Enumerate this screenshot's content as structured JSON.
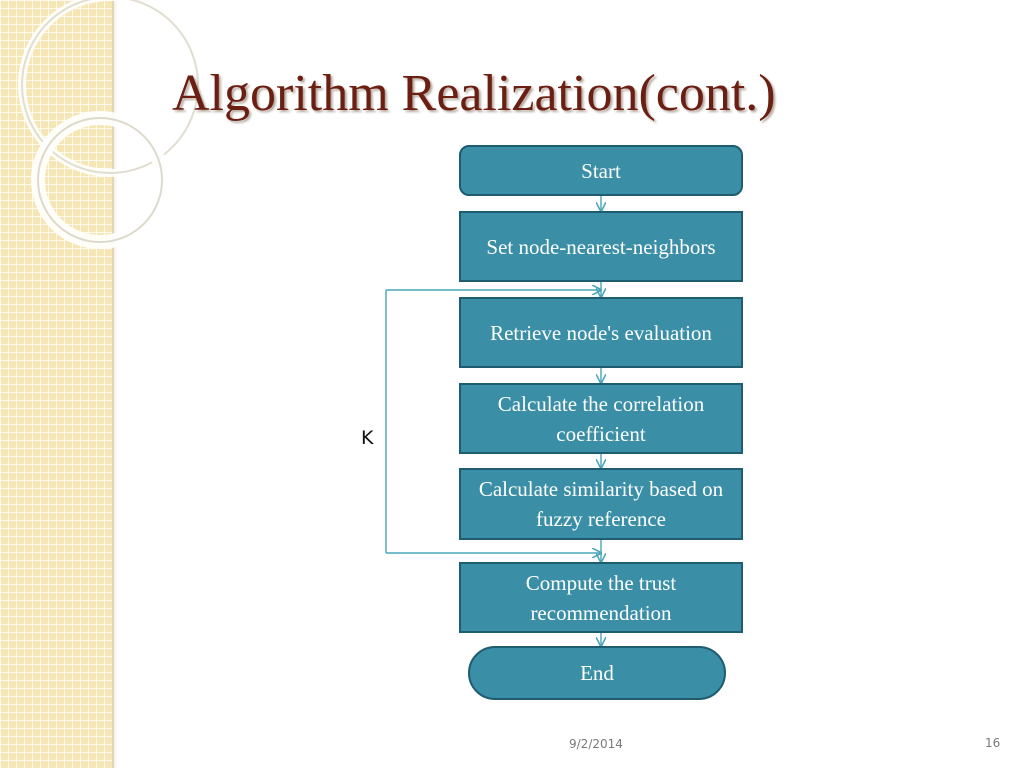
{
  "slide": {
    "title": "Algorithm Realization(cont.)",
    "footer_date": "9/2/2014",
    "page_number": "16"
  },
  "flowchart": {
    "nodes": [
      {
        "id": "start",
        "label": "Start"
      },
      {
        "id": "set-neighbors",
        "label": "Set node-nearest-neighbors"
      },
      {
        "id": "retrieve-evaluation",
        "label": "Retrieve  node's evaluation"
      },
      {
        "id": "calc-correlation",
        "label": "Calculate the correlation coefficient"
      },
      {
        "id": "calc-similarity",
        "label": "Calculate similarity based on fuzzy reference"
      },
      {
        "id": "compute-trust",
        "label": "Compute the trust recommendation"
      },
      {
        "id": "end",
        "label": "End"
      }
    ],
    "loop_label": "K",
    "colors": {
      "node_fill": "#3a8ea6",
      "node_border": "#1e5c70",
      "connector": "#4aa6b8",
      "title": "#6b1f12"
    }
  }
}
